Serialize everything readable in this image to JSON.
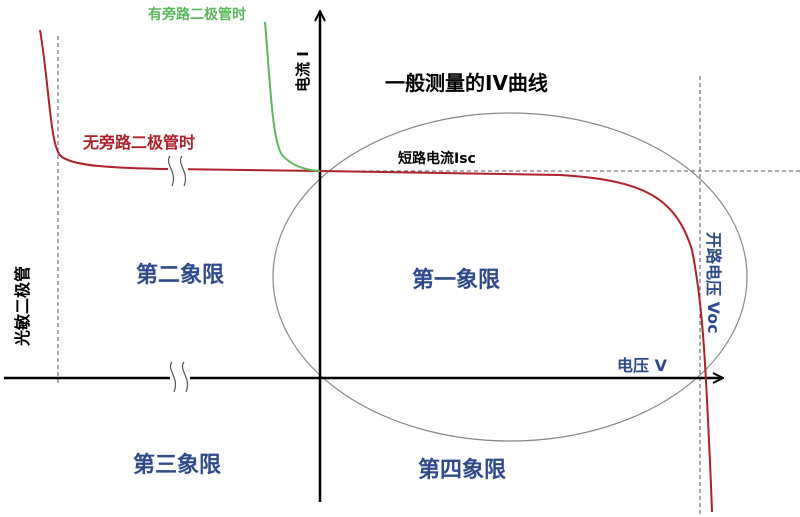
{
  "title": "一般测量的IV曲线",
  "axes": {
    "y_label": "电流 I",
    "x_label": "电压 V"
  },
  "quadrants": {
    "q1": "第一象限",
    "q2": "第二象限",
    "q3": "第三象限",
    "q4": "第四象限"
  },
  "annotations": {
    "with_bypass": "有旁路二极管时",
    "without_bypass": "无旁路二极管时",
    "short_circuit": "短路电流Isc",
    "open_circuit": "开路电压 Voc",
    "photodiode": "光敏二极管"
  },
  "colors": {
    "curve_no_bypass": "#b0202a",
    "curve_bypass": "#5cb85c",
    "quadrant_text": "#2e4a8c",
    "axis": "#000000",
    "ellipse": "#888888",
    "guide": "#555555"
  }
}
